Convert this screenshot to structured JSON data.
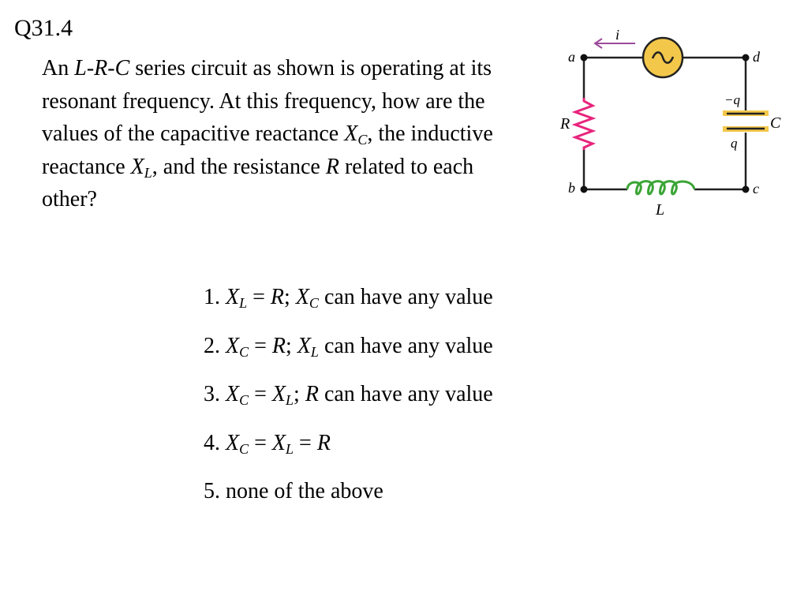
{
  "question_number": "Q31.4",
  "question": {
    "t1": "An ",
    "L": "L",
    "dash1": "-",
    "R": "R",
    "dash2": "-",
    "C": "C",
    "t2": " series circuit as shown is operating at its resonant frequency. At this frequency, how are the values of the capacitive reactance ",
    "X1": "X",
    "sub1": "C",
    "t3": ", the inductive reactance ",
    "X2": "X",
    "sub2": "L",
    "t4": ", and the resistance ",
    "R2": "R",
    "t5": " related to each other?"
  },
  "circuit": {
    "current_label": "i",
    "node_a": "a",
    "node_b": "b",
    "node_c": "c",
    "node_d": "d",
    "resistor_label": "R",
    "capacitor_label": "C",
    "inductor_label": "L",
    "charge_top": "−q",
    "charge_bottom": "q",
    "colors": {
      "wire": "#222222",
      "source_fill": "#f3c74a",
      "resistor": "#e8247c",
      "inductor": "#3aa535",
      "capacitor_plate": "#f3c74a",
      "current_arrow": "#9b4a9b"
    }
  },
  "answers": [
    {
      "num": "1. ",
      "a_X": "X",
      "a_sub": "L",
      "a_eq": " = ",
      "a_R": "R",
      "sep": "; ",
      "b_X": "X",
      "b_sub": "C",
      "tail": " can have any value"
    },
    {
      "num": "2. ",
      "a_X": "X",
      "a_sub": "C",
      "a_eq": " = ",
      "a_R": "R",
      "sep": "; ",
      "b_X": "X",
      "b_sub": "L",
      "tail": " can have any value"
    },
    {
      "num": "3. ",
      "a_X": "X",
      "a_sub": "C",
      "a_eq": " = ",
      "b_X": "X",
      "b_sub": "L",
      "sep": "; ",
      "c_R": "R",
      "tail": " can have any value"
    },
    {
      "num": "4. ",
      "a_X": "X",
      "a_sub": "C",
      "a_eq": " = ",
      "b_X": "X",
      "b_sub": "L",
      "b_eq": " = ",
      "c_R": "R"
    },
    {
      "num": "5. ",
      "text": "none of the above"
    }
  ]
}
